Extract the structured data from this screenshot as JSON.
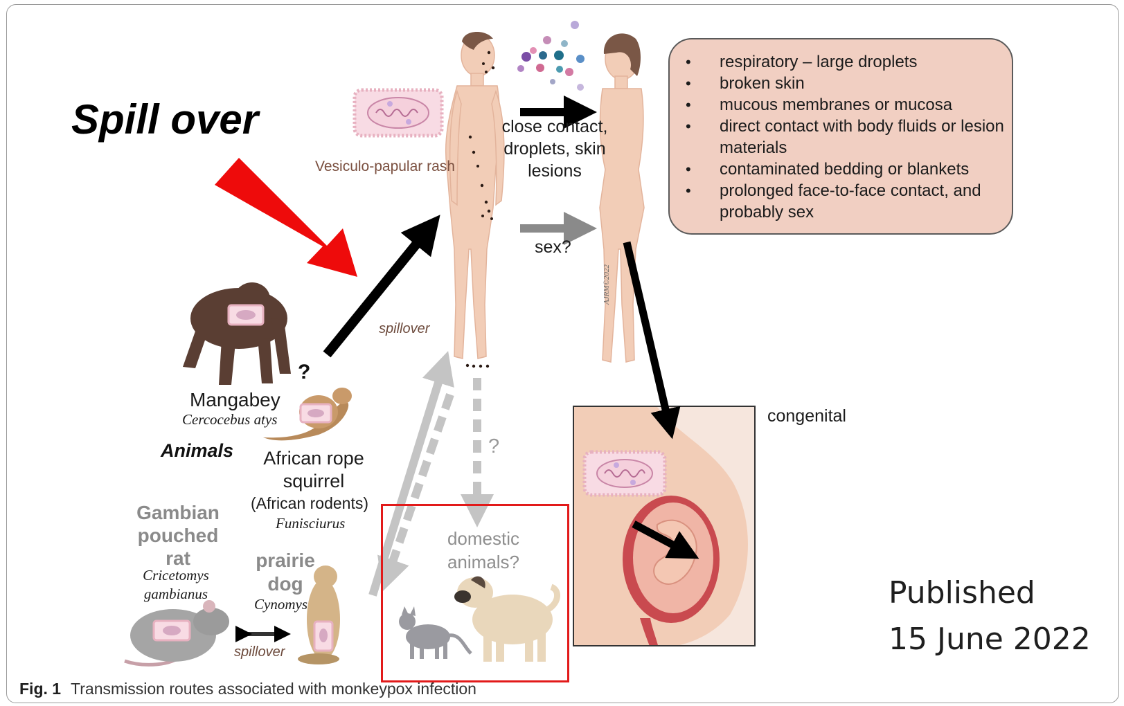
{
  "title": "Spill over",
  "labels": {
    "rash": "Vesiculo-papular rash",
    "close_contact": "close contact, droplets, skin lesions",
    "sex": "sex?",
    "spillover_mid": "spillover",
    "spillover_bottom": "spillover",
    "question_mid": "?",
    "question_animal": "?",
    "congenital": "congenital",
    "copyright": "AJRM©2022"
  },
  "routes": [
    "respiratory – large droplets",
    "broken skin",
    "mucous membranes or mucosa",
    "direct contact with body fluids or lesion materials",
    "contaminated bedding or blankets",
    "prolonged face-to-face contact, and probably sex"
  ],
  "animals": {
    "group_label": "Animals",
    "mangabey": {
      "name": "Mangabey",
      "scientific": "Cercocebus atys"
    },
    "squirrel": {
      "name": "African rope squirrel",
      "note": "(African rodents)",
      "scientific": "Funisciurus"
    },
    "gambian": {
      "name": "Gambian pouched rat",
      "scientific": "Cricetomys gambianus"
    },
    "prairie": {
      "name": "prairie dog",
      "scientific": "Cynomys"
    },
    "domestic": "domestic animals?"
  },
  "published": {
    "label": "Published",
    "date": "15 June 2022"
  },
  "caption": {
    "fig": "Fig. 1",
    "text": "Transmission routes associated with monkeypox infection"
  },
  "colors": {
    "red_arrow": "#ee0b0b",
    "routes_box": "#f1cfc2",
    "skin": "#f2cdb7",
    "highlight": "#e21a1a",
    "virus_frame": "#e7b1c0"
  }
}
